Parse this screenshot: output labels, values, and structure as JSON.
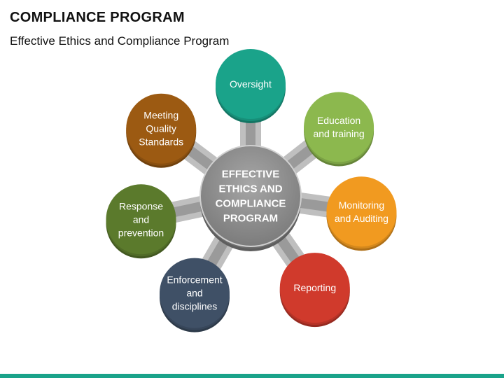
{
  "header": {
    "title": "COMPLIANCE PROGRAM",
    "subtitle": "Effective Ethics and Compliance Program"
  },
  "center": {
    "lines": [
      "EFFECTIVE",
      "ETHICS AND",
      "COMPLIANCE",
      "PROGRAM"
    ],
    "color": "#8a8a8a"
  },
  "nodes": [
    {
      "id": "oversight",
      "lines": [
        "Oversight"
      ],
      "color": "#1aa38a"
    },
    {
      "id": "education-and-training",
      "lines": [
        "Education",
        "and training"
      ],
      "color": "#8cb84e"
    },
    {
      "id": "monitoring-and-auditing",
      "lines": [
        "Monitoring",
        "and Auditing"
      ],
      "color": "#f19a20"
    },
    {
      "id": "reporting",
      "lines": [
        "Reporting"
      ],
      "color": "#d03a2c"
    },
    {
      "id": "enforcement-and-disciplines",
      "lines": [
        "Enforcement",
        "and",
        "disciplines"
      ],
      "color": "#3f5066"
    },
    {
      "id": "response-and-prevention",
      "lines": [
        "Response",
        "and",
        "prevention"
      ],
      "color": "#5b7a2c"
    },
    {
      "id": "meeting-quality-standards",
      "lines": [
        "Meeting",
        "Quality",
        "Standards"
      ],
      "color": "#9c5a12"
    }
  ],
  "footer": {
    "bar_color": "#1aa38a"
  }
}
